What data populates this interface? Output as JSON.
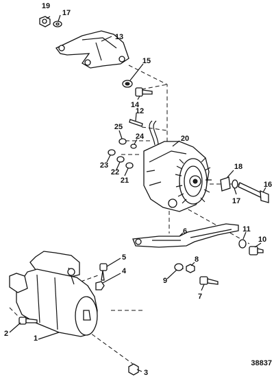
{
  "callouts": {
    "1": "1",
    "2": "2",
    "3": "3",
    "4": "4",
    "5": "5",
    "6": "6",
    "7": "7",
    "8": "8",
    "9": "9",
    "10": "10",
    "11": "11",
    "12": "12",
    "13": "13",
    "14": "14",
    "15": "15",
    "16": "16",
    "17a": "17",
    "17b": "17",
    "18": "18",
    "19": "19",
    "20": "20",
    "21": "21",
    "22": "22",
    "23": "23",
    "24": "24",
    "25": "25"
  },
  "reference_number": "38837"
}
